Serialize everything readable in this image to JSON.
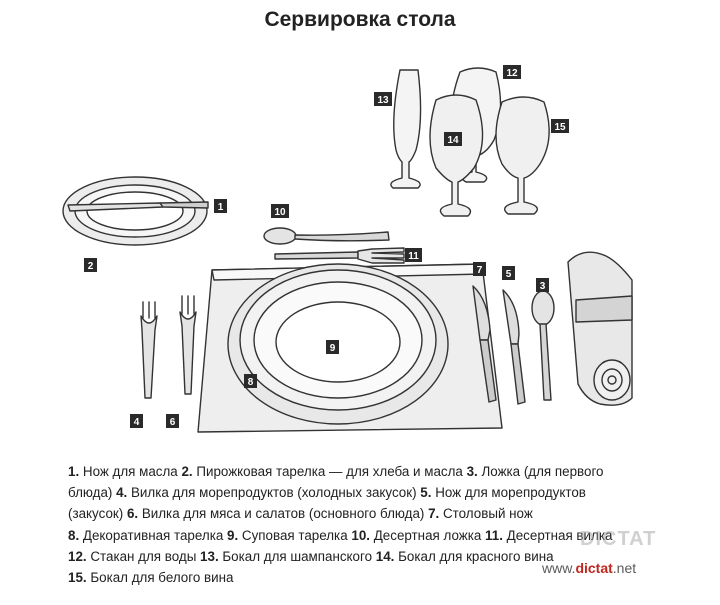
{
  "title": "Сервировка стола",
  "labels": [
    "1",
    "2",
    "3",
    "4",
    "5",
    "6",
    "7",
    "8",
    "9",
    "10",
    "11",
    "12",
    "13",
    "14",
    "15"
  ],
  "legend": [
    [
      {
        "n": "1.",
        "t": " Нож для масла "
      },
      {
        "n": "2.",
        "t": " Пирожковая тарелка — для хлеба и масла "
      },
      {
        "n": "3.",
        "t": " Ложка (для первого"
      }
    ],
    [
      {
        "n": "",
        "t": "блюда) "
      },
      {
        "n": "4.",
        "t": " Вилка для морепродуктов (холодных закусок) "
      },
      {
        "n": "5.",
        "t": " Нож для морепродуктов"
      }
    ],
    [
      {
        "n": "",
        "t": "(закусок) "
      },
      {
        "n": "6.",
        "t": " Вилка для мяса и салатов (основного блюда) "
      },
      {
        "n": "7.",
        "t": " Столовый нож"
      }
    ],
    [
      {
        "n": "8.",
        "t": " Декоративная тарелка "
      },
      {
        "n": "9.",
        "t": " Суповая тарелка "
      },
      {
        "n": "10.",
        "t": " Десертная ложка "
      },
      {
        "n": "11.",
        "t": " Десертная вилка"
      }
    ],
    [
      {
        "n": "12.",
        "t": " Стакан для воды "
      },
      {
        "n": "13.",
        "t": " Бокал для шампанского "
      },
      {
        "n": "14.",
        "t": " Бокал для красного вина"
      }
    ],
    [
      {
        "n": "15.",
        "t": " Бокал для белого вина"
      }
    ]
  ],
  "watermark": {
    "logo": "DICTAT",
    "prefix": "www.",
    "brand": "dictat",
    "suffix": ".net"
  }
}
